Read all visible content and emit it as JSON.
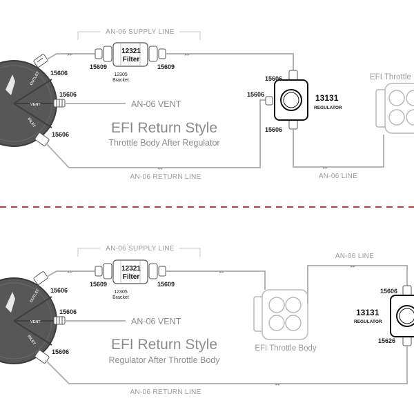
{
  "colors": {
    "line": "#b4b4b4",
    "divider": "#d8352f",
    "pump_body": "#555555",
    "text_gray": "#8c8c8c"
  },
  "top": {
    "supply_line": "AN-06 SUPPLY LINE",
    "filter_num": "12321",
    "filter_word": "Filter",
    "bracket_num": "12305",
    "bracket_word": "Bracket",
    "fit_filter_in": "15609",
    "fit_filter_out": "15609",
    "fit_outlet": "15606",
    "fit_vent": "15606",
    "fit_inlet": "15606",
    "port_outlet": "OUTLET",
    "port_vent": "VENT",
    "port_inlet": "INLET",
    "vent_label": "AN-06 VENT",
    "title": "EFI Return Style",
    "subtitle": "Throttle Body After Regulator",
    "return_line": "AN-06 RETURN LINE",
    "reg_fit_top": "15606",
    "reg_fit_left": "15606",
    "reg_fit_bottom": "15606",
    "reg_num": "13131",
    "reg_label": "REGULATOR",
    "an06_line": "AN-06 LINE",
    "throttle_label": "EFI Throttle"
  },
  "bottom": {
    "supply_line": "AN-06 SUPPLY LINE",
    "filter_num": "12321",
    "filter_word": "Filter",
    "bracket_num": "12305",
    "bracket_word": "Bracket",
    "fit_filter_in": "15609",
    "fit_filter_out": "15609",
    "fit_outlet": "15606",
    "fit_vent": "15606",
    "fit_inlet": "15606",
    "port_outlet": "OUTLET",
    "port_vent": "VENT",
    "port_inlet": "INLET",
    "vent_label": "AN-06 VENT",
    "title": "EFI Return Style",
    "subtitle": "Regulator After Throttle Body",
    "return_line": "AN-06 RETURN LINE",
    "an06_line": "AN-06 LINE",
    "throttle_label": "EFI Throttle Body",
    "reg_fit_top": "15606",
    "reg_fit_bottom": "15626",
    "reg_num": "13131",
    "reg_label": "REGULATOR"
  }
}
